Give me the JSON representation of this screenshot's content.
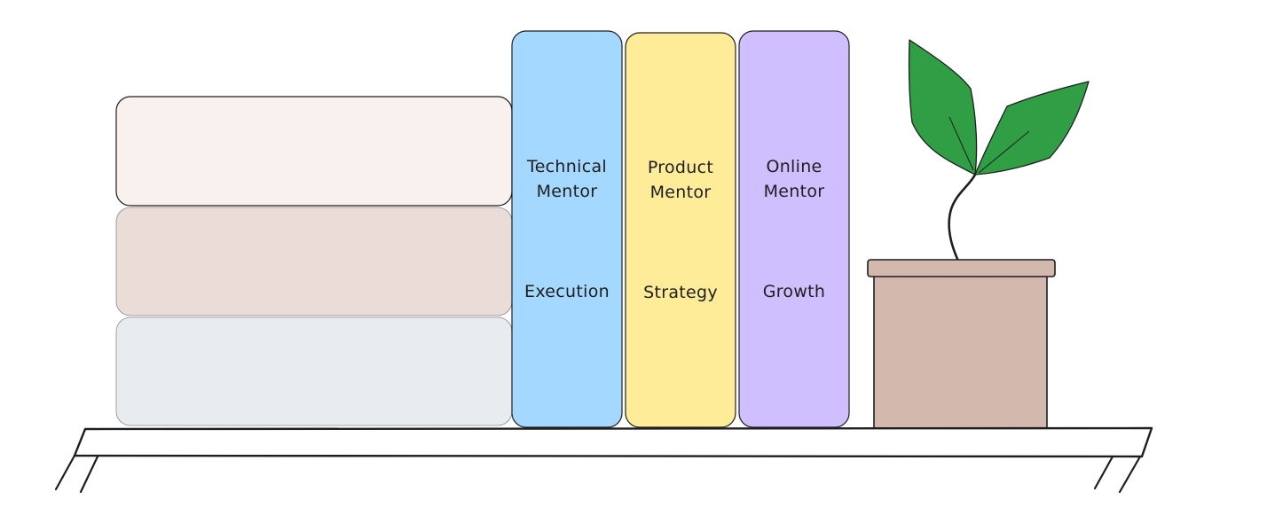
{
  "books": [
    {
      "title_lines": [
        "Technical",
        "Mentor"
      ],
      "subtitle": "Execution",
      "color": "#a5d8ff"
    },
    {
      "title_lines": [
        "Product",
        "Mentor"
      ],
      "subtitle": "Strategy",
      "color": "#ffec99"
    },
    {
      "title_lines": [
        "Online",
        "Mentor"
      ],
      "subtitle": "Growth",
      "color": "#d0bfff"
    }
  ],
  "stack_colors": [
    "#f8f1ee",
    "#eaddd7",
    "#e9ecef"
  ],
  "stroke_color": "#1e1e1e",
  "pot_color": "#d3b8ae",
  "leaf_color": "#2f9e44"
}
